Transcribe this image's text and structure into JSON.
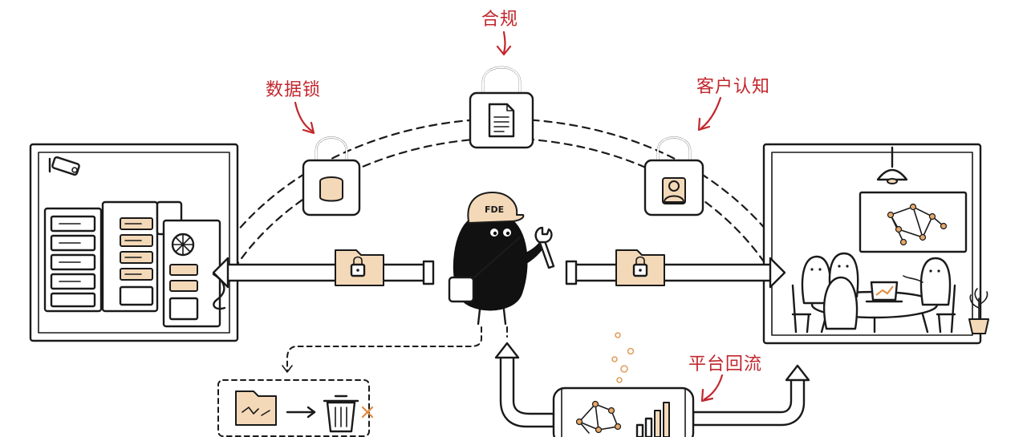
{
  "labels": {
    "compliance": "合规",
    "data_lock": "数据锁",
    "customer_awareness": "客户认知",
    "platform_backflow": "平台回流"
  },
  "mascot": {
    "cap_text": "FDE"
  },
  "colors": {
    "accent_red": "#c2272d",
    "tan_fill": "#f4d9b8",
    "ink": "#1a1a1a",
    "background": "#ffffff"
  }
}
